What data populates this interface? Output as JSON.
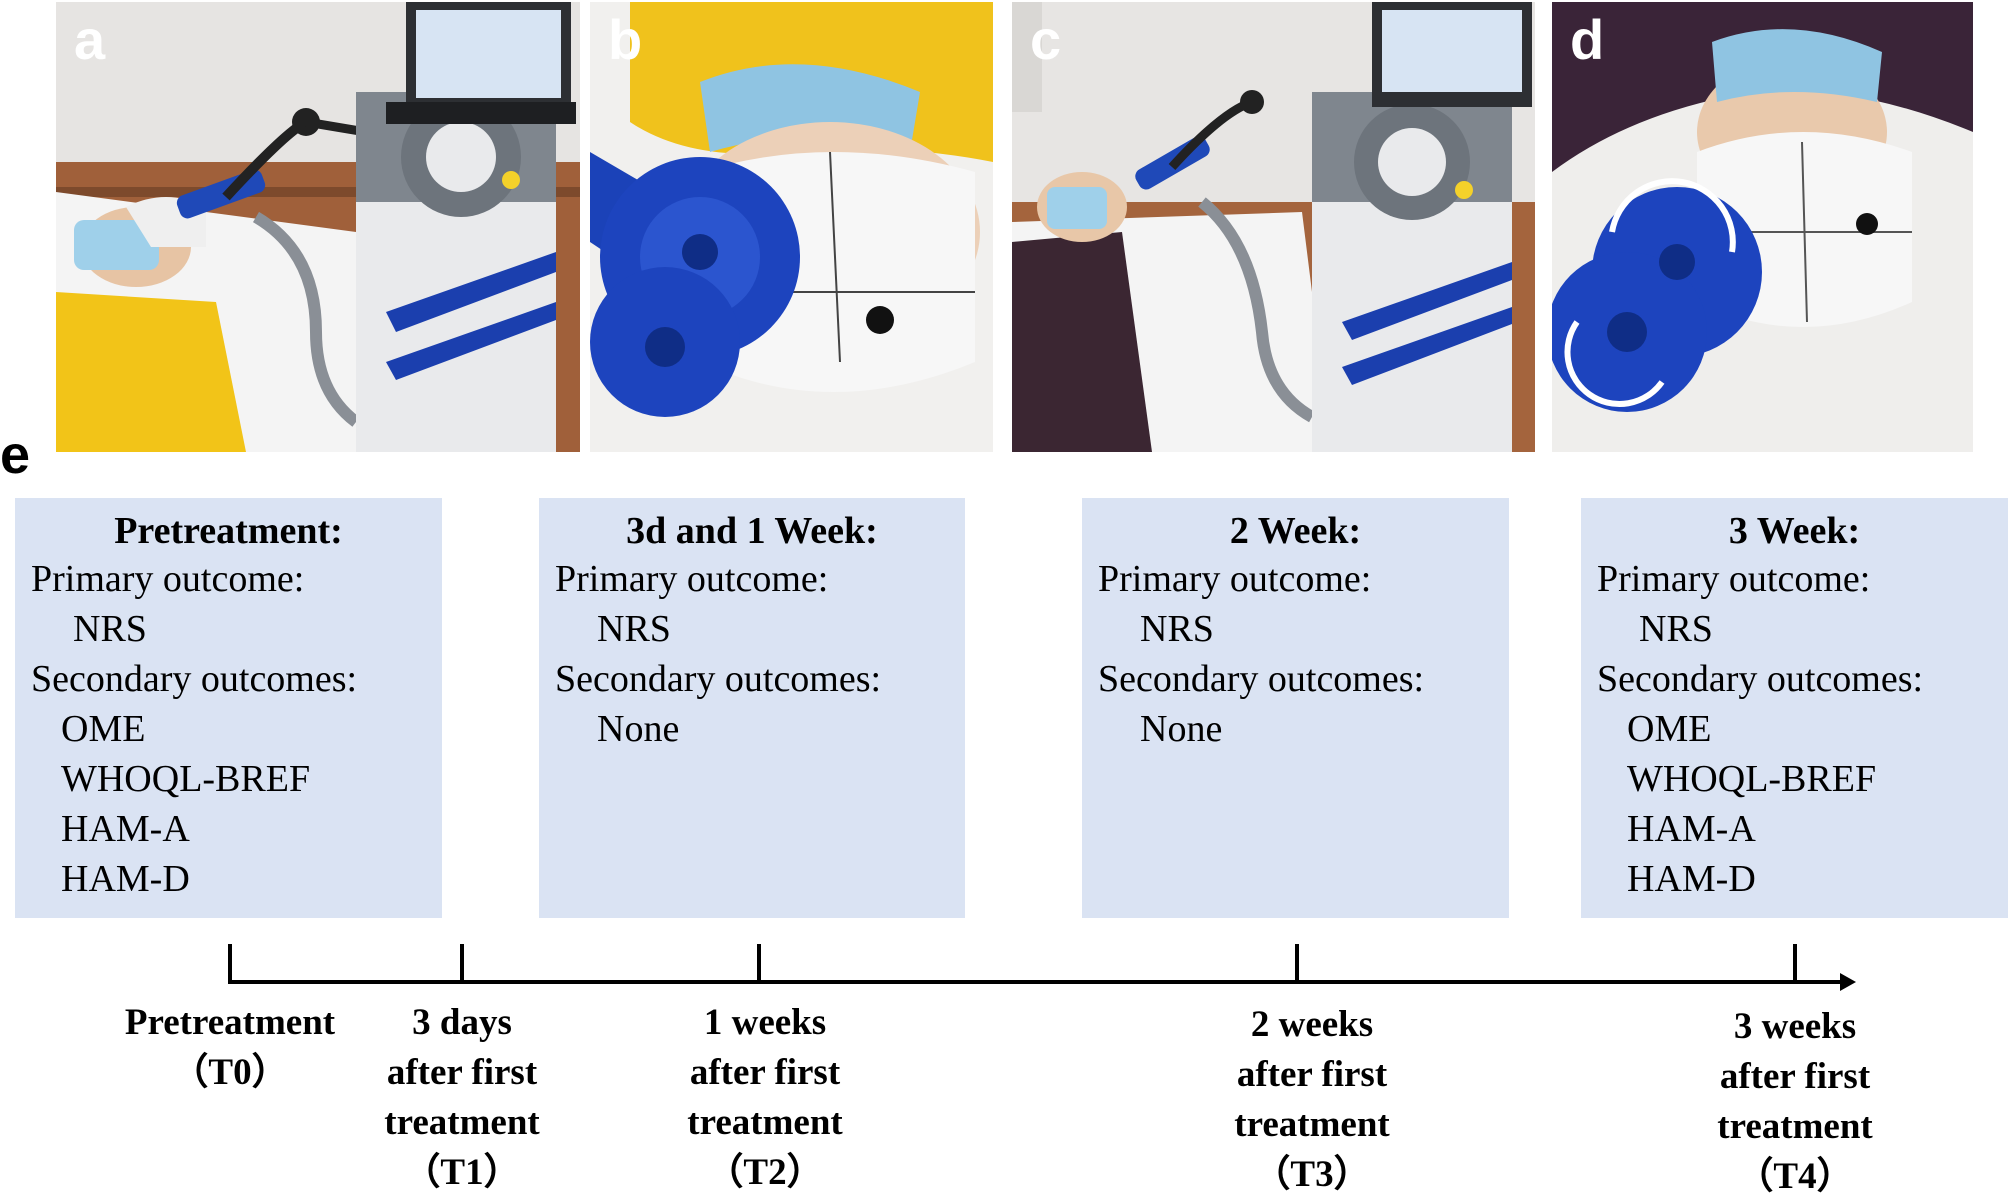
{
  "panels": {
    "a": {
      "letter": "a"
    },
    "b": {
      "letter": "b"
    },
    "c": {
      "letter": "c"
    },
    "d": {
      "letter": "d"
    },
    "e": {
      "letter": "e"
    }
  },
  "boxes": [
    {
      "title": "Pretreatment:",
      "primary_label": "Primary outcome:",
      "primary": [
        "NRS"
      ],
      "secondary_label": "Secondary outcomes:",
      "secondary": [
        "OME",
        "WHOQL-BREF",
        "HAM-A",
        "HAM-D"
      ]
    },
    {
      "title": "3d and 1 Week:",
      "primary_label": "Primary outcome:",
      "primary": [
        "NRS"
      ],
      "secondary_label": "Secondary outcomes:",
      "secondary": [
        "None"
      ]
    },
    {
      "title": "2 Week:",
      "primary_label": "Primary outcome:",
      "primary": [
        "NRS"
      ],
      "secondary_label": "Secondary outcomes:",
      "secondary": [
        "None"
      ]
    },
    {
      "title": "3 Week:",
      "primary_label": "Primary outcome:",
      "primary": [
        "NRS"
      ],
      "secondary_label": "Secondary outcomes:",
      "secondary": [
        "OME",
        "WHOQL-BREF",
        "HAM-A",
        "HAM-D"
      ]
    }
  ],
  "timeline": [
    {
      "lines": [
        "Pretreatment",
        "（T0）"
      ]
    },
    {
      "lines": [
        "3 days",
        "after first",
        "treatment",
        "（T1）"
      ]
    },
    {
      "lines": [
        "1 weeks",
        "after first",
        "treatment",
        "（T2）"
      ]
    },
    {
      "lines": [
        "2 weeks",
        "after first",
        "treatment",
        "（T3）"
      ]
    },
    {
      "lines": [
        "3 weeks",
        "after first",
        "treatment",
        "（T4）"
      ]
    }
  ]
}
